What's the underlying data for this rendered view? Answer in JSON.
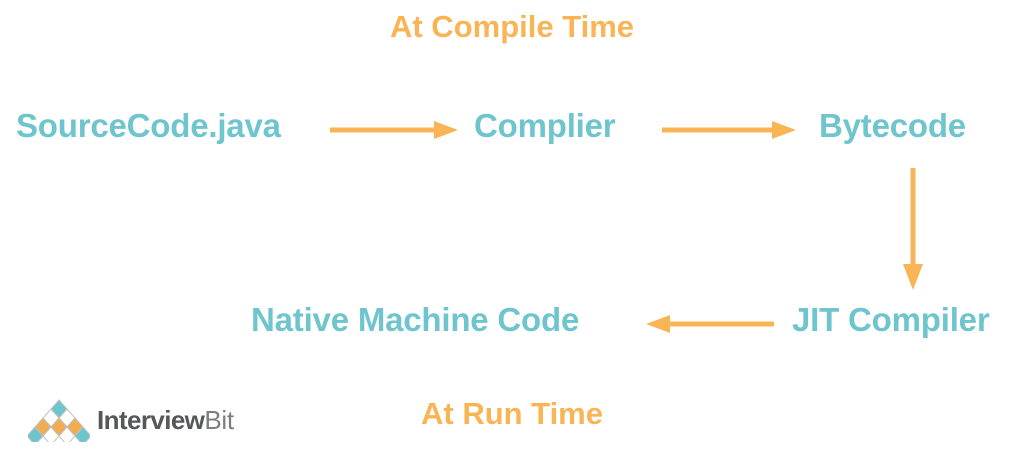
{
  "diagram": {
    "title_top": "At Compile Time",
    "title_bottom": "At Run Time",
    "nodes": [
      {
        "id": "source",
        "label": "SourceCode.java"
      },
      {
        "id": "compiler",
        "label": "Complier"
      },
      {
        "id": "bytecode",
        "label": "Bytecode"
      },
      {
        "id": "jit",
        "label": "JIT Compiler"
      },
      {
        "id": "native",
        "label": "Native Machine Code"
      }
    ],
    "edges": [
      {
        "from": "source",
        "to": "compiler",
        "direction": "right"
      },
      {
        "from": "compiler",
        "to": "bytecode",
        "direction": "right"
      },
      {
        "from": "bytecode",
        "to": "jit",
        "direction": "down"
      },
      {
        "from": "jit",
        "to": "native",
        "direction": "left"
      }
    ],
    "colors": {
      "node_text": "#6fc5cd",
      "arrow": "#f9b455",
      "phase_title": "#f9b455",
      "background": "#ffffff"
    }
  },
  "logo": {
    "name_bold": "Interview",
    "name_light": "Bit",
    "mark_colors": {
      "teal": "#6fc5cd",
      "orange": "#f3ad51",
      "outline": "#bfc1c3"
    }
  }
}
